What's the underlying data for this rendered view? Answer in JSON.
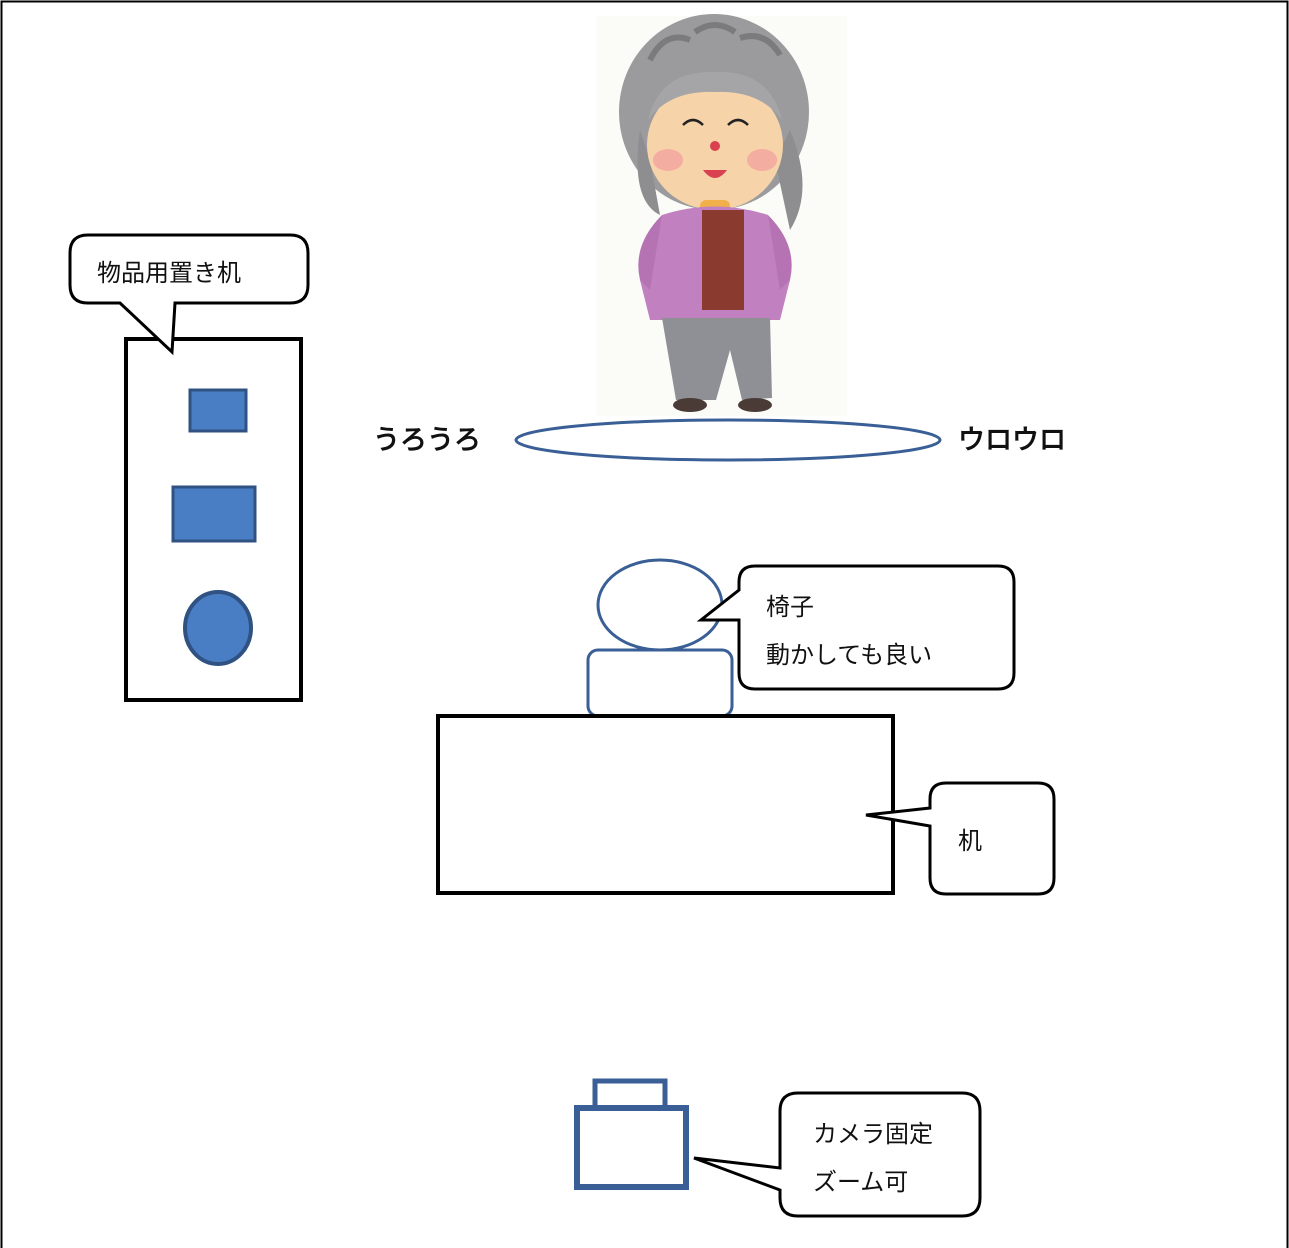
{
  "shelf_callout": {
    "text": "物品用置き机"
  },
  "chair_callout": {
    "line1": "椅子",
    "line2": "動かしても良い"
  },
  "desk_callout": {
    "text": "机"
  },
  "camera_callout": {
    "line1": "カメラ固定",
    "line2": "ズーム可"
  },
  "walk_label_left": "うろうろ",
  "walk_label_right": "ウロウロ",
  "colors": {
    "item_fill": "#4a7ec4",
    "item_stroke": "#2f5282",
    "outline_blue": "#3a5f96",
    "line_black": "#000000"
  }
}
